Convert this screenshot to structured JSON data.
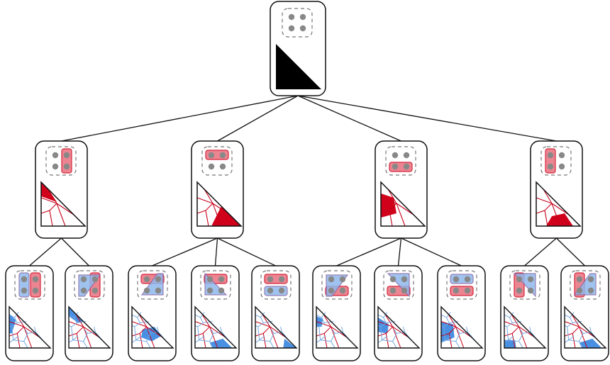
{
  "diagram": {
    "kind": "hierarchy-tree",
    "levels": 3,
    "colors": {
      "stroke": "#111111",
      "dot": "#888888",
      "dashed": "#777777",
      "red": "#d0021b",
      "red_fill": "#e8707e",
      "red_line": "#c8001a",
      "blue": "#4a90e2",
      "blue_fill": "#8fb8ec",
      "blue_line": "#6fa5e0",
      "purple": "#8a6aa8",
      "black": "#000000"
    },
    "root": {
      "name": "root",
      "groups": [],
      "fill": "black"
    },
    "level1": [
      {
        "name": "l1-right-column",
        "groups": [
          "right-col"
        ],
        "red_region": "left-top-sliver",
        "children": 2
      },
      {
        "name": "l1-top-row",
        "groups": [
          "top-row"
        ],
        "red_region": "bottom-right",
        "children": 3
      },
      {
        "name": "l1-bottom-row",
        "groups": [
          "bottom-row"
        ],
        "red_region": "left-middle",
        "children": 3
      },
      {
        "name": "l1-left-column",
        "groups": [
          "left-col"
        ],
        "red_region": "bottom-center",
        "children": 2
      }
    ],
    "level2": [
      {
        "name": "l2-1",
        "blue_shape": "left-col",
        "red_shape": "right-col",
        "blue_region": "left-edge"
      },
      {
        "name": "l2-2",
        "blue_shape": "diag-tl",
        "red_shape": "right-col",
        "blue_region": "upper-left"
      },
      {
        "name": "l2-3",
        "blue_shape": "diag-br",
        "red_shape": "top-row",
        "blue_region": "center-blob"
      },
      {
        "name": "l2-4",
        "blue_shape": "diag-bl",
        "red_shape": "top-row",
        "blue_region": "bottom-middle"
      },
      {
        "name": "l2-5",
        "blue_shape": "bottom-row",
        "red_shape": "top-row",
        "blue_region": "bottom-right"
      },
      {
        "name": "l2-6",
        "blue_shape": "diag-tl",
        "red_shape": "bottom-row",
        "blue_region": "left-small"
      },
      {
        "name": "l2-7",
        "blue_shape": "diag-tr",
        "red_shape": "bottom-row",
        "blue_region": "left-mid"
      },
      {
        "name": "l2-8",
        "blue_shape": "top-row",
        "red_shape": "bottom-row",
        "blue_region": "left-large"
      },
      {
        "name": "l2-9",
        "blue_shape": "diag-tr",
        "red_shape": "left-col",
        "blue_region": "bottom-left"
      },
      {
        "name": "l2-10",
        "blue_shape": "diag-br",
        "red_shape": "left-col",
        "blue_region": "bottom-middle"
      }
    ]
  }
}
